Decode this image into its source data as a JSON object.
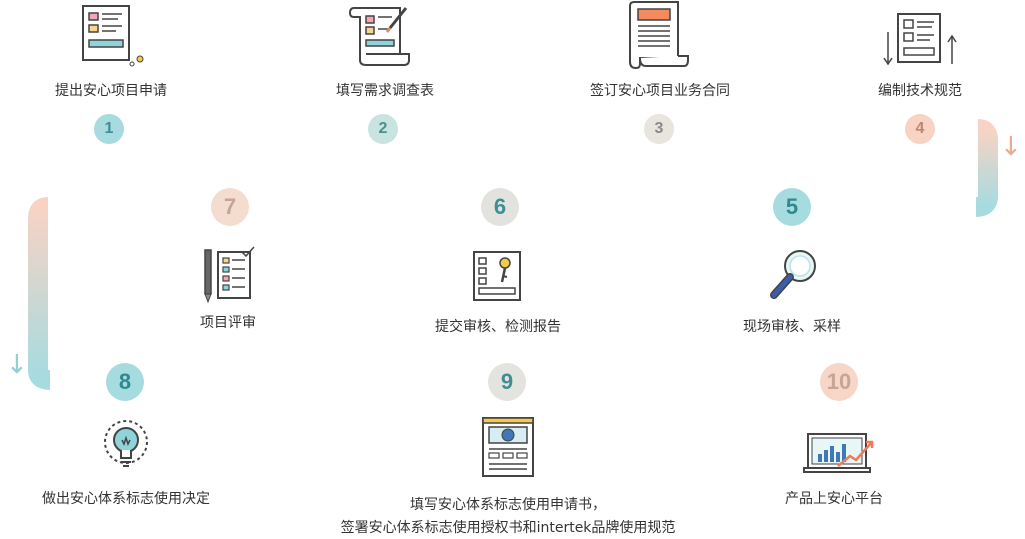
{
  "steps": [
    {
      "num": "1",
      "label": "提出安心项目申请"
    },
    {
      "num": "2",
      "label": "填写需求调查表"
    },
    {
      "num": "3",
      "label": "签订安心项目业务合同"
    },
    {
      "num": "4",
      "label": "编制技术规范"
    },
    {
      "num": "5",
      "label": "现场审核、采样"
    },
    {
      "num": "6",
      "label": "提交审核、检测报告"
    },
    {
      "num": "7",
      "label": "项目评审"
    },
    {
      "num": "8",
      "label": "做出安心体系标志使用决定"
    },
    {
      "num": "9",
      "label_line1": "填写安心体系标志使用申请书，",
      "label_line2": "签署安心体系标志使用授权书和intertek品牌使用规范"
    },
    {
      "num": "10",
      "label": "产品上安心平台"
    }
  ],
  "colors": {
    "teal": "#9fd8dc",
    "peach": "#f8d2c2",
    "num_teal": "#3f8f92",
    "num_peach": "#c9a79a"
  },
  "icons": [
    "form-document-icon",
    "scroll-form-icon",
    "contract-scroll-icon",
    "spec-document-icon",
    "magnifier-icon",
    "document-key-icon",
    "clipboard-pen-icon",
    "lightbulb-icon",
    "application-form-icon",
    "laptop-chart-icon"
  ]
}
